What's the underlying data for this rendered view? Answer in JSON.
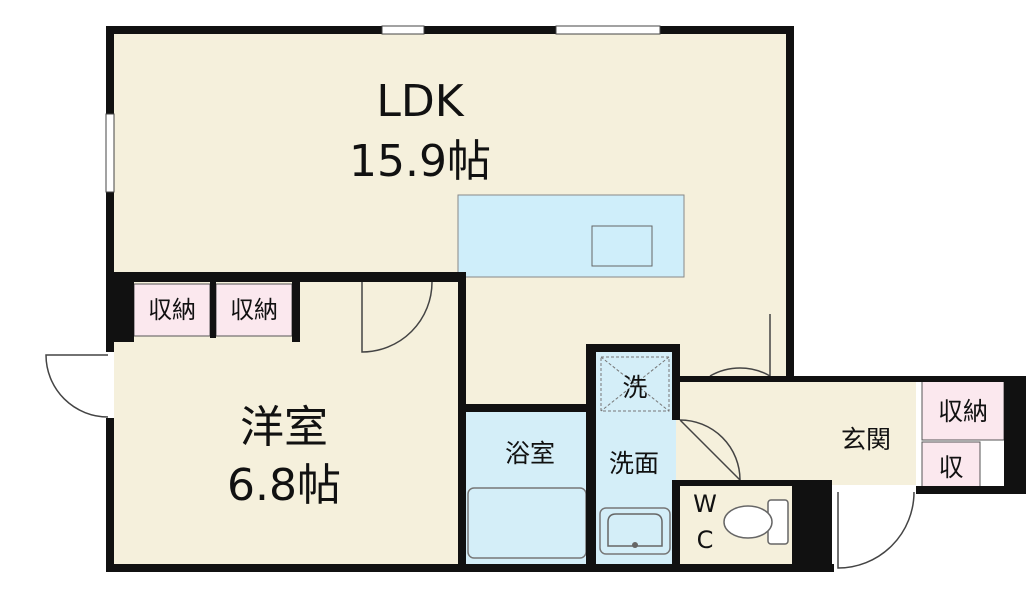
{
  "rooms": {
    "ldk": {
      "name": "LDK",
      "size": "15.9帖"
    },
    "western": {
      "name": "洋室",
      "size": "6.8帖"
    },
    "bath": {
      "name": "浴室"
    },
    "washroom": {
      "name": "洗面"
    },
    "washer": {
      "name": "洗"
    },
    "toilet": {
      "line1": "W",
      "line2": "C"
    },
    "entrance": {
      "name": "玄関"
    }
  },
  "storage": {
    "closet_left": "収納",
    "closet_right": "収納",
    "entrance_storage": "収納",
    "entrance_small": "収"
  },
  "colors": {
    "floor": "#f5f0dc",
    "wet_area": "#d4eef8",
    "storage": "#fbe8ee",
    "wall": "#111111",
    "counter": "#cfeefa"
  }
}
